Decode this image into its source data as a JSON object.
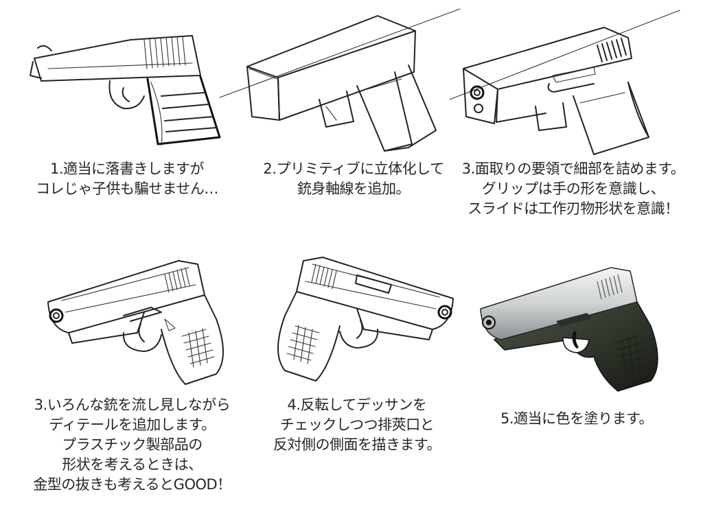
{
  "steps": [
    {
      "lines": [
        "1.適当に落書きしますが",
        "コレじゃ子供も騙せません…"
      ]
    },
    {
      "lines": [
        "2.プリミティブに立体化して",
        "銃身軸線を追加。"
      ]
    },
    {
      "lines": [
        "3.面取りの要領で細部を詰めます。",
        "グリップは手の形を意識し、",
        "スライドは工作刃物形状を意識！"
      ]
    },
    {
      "lines": [
        "3.いろんな銃を流し見しながら",
        "ディテールを追加します。",
        "プラスチック製部品の",
        "形状を考えるときは、",
        "金型の抜きも考えるとGOOD！"
      ]
    },
    {
      "lines": [
        "4.反転してデッサンを",
        "チェックしつつ排莢口と",
        "反対側の側面を描きます。"
      ]
    },
    {
      "lines": [
        "5.適当に色を塗ります。"
      ]
    }
  ],
  "colors": {
    "ink": "#222222",
    "slide_metal": "#d9dbdc",
    "frame_polymer": "#2e3329"
  }
}
